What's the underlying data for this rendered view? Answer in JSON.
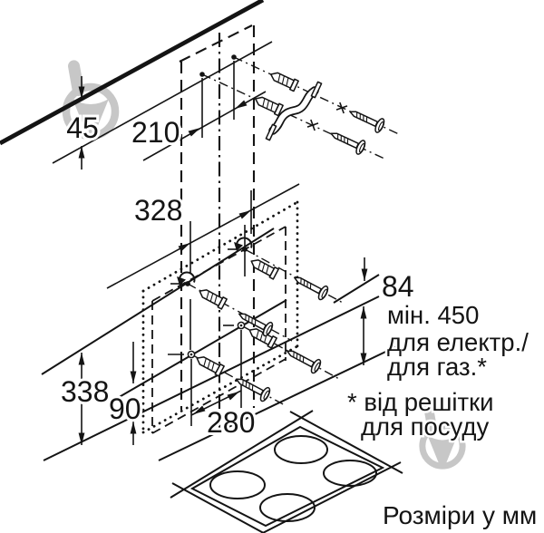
{
  "diagram": {
    "title_note": "Розміри у мм",
    "dimensions": {
      "ceiling_gap": "45",
      "bracket_holes_spacing": "210",
      "upper_holes_spacing": "328",
      "hood_bottom_gap": "84",
      "upper_holes_to_bottom": "338",
      "lower_holes_to_bottom": "90",
      "lower_holes_spacing": "280"
    },
    "clearance_note": {
      "line1": "мін. 450",
      "line2": "для електр./",
      "line3": "для газ.*"
    },
    "footnote": {
      "line1": "* від решітки",
      "line2": "для посуду"
    },
    "colors": {
      "line": "#141414",
      "watermark": "#c7c7c7",
      "background": "#ffffff"
    },
    "icons": {
      "watermark_logo": "ring-with-pin-logo",
      "mounting_hook": "rotation-arrow-icon",
      "wall_plug": "dowel-icon",
      "screw": "flat-head-screw-icon",
      "cross_mark": "x-tick-icon"
    }
  }
}
